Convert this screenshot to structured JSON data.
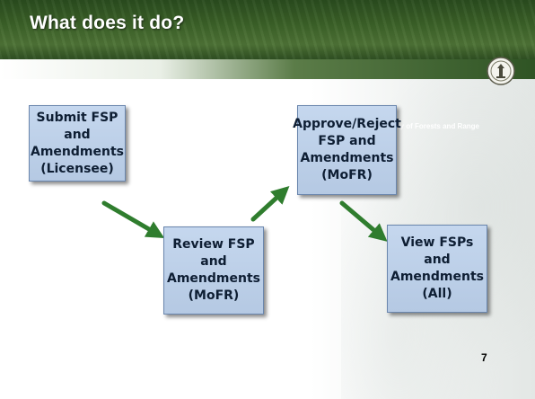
{
  "slide": {
    "title": "What does it do?",
    "ministry": "Ministry of Forests and Range",
    "page_number": "7"
  },
  "diagram": {
    "nodes": [
      {
        "id": "submit",
        "label": "Submit FSP\nand\nAmendments\n(Licensee)"
      },
      {
        "id": "review",
        "label": "Review FSP\nand\nAmendments\n(MoFR)"
      },
      {
        "id": "approve",
        "label": "Approve/Reject\nFSP and\nAmendments\n(MoFR)"
      },
      {
        "id": "view",
        "label": "View FSPs\nand\nAmendments\n(All)"
      }
    ],
    "edges": [
      {
        "from": "submit",
        "to": "review"
      },
      {
        "from": "review",
        "to": "approve"
      },
      {
        "from": "approve",
        "to": "view"
      }
    ]
  },
  "colors": {
    "box_fill": "#c5d7ee",
    "box_border": "#6a86ad",
    "connector": "#2f7d2e",
    "header": "#3b6128"
  },
  "icons": {
    "seal": "government-seal-icon"
  }
}
